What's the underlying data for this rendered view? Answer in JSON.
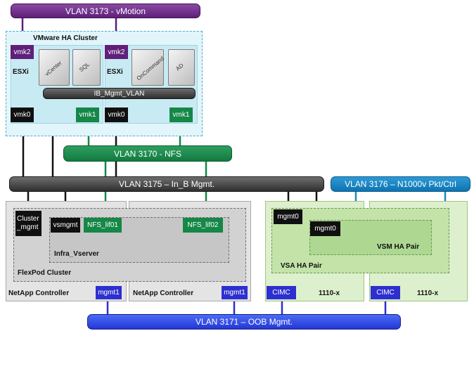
{
  "vlans": {
    "vmotion": "VLAN 3173 - vMotion",
    "nfs": "VLAN 3170 - NFS",
    "inb_mgmt": "VLAN 3175 – In_B Mgmt.",
    "n1000v": "VLAN 3176 – N1000v  Pkt/Ctrl",
    "oob_mgmt": "VLAN 3171 – OOB Mgmt."
  },
  "ha_cluster": {
    "title": "VMware HA Cluster",
    "ib_mgmt_vlan": "IB_Mgmt_VLAN",
    "hosts": [
      {
        "label": "ESXi",
        "vmk_top": "vmk2",
        "vmk0": "vmk0",
        "vmk1": "vmk1",
        "vms": [
          "vCenter",
          "SQL"
        ]
      },
      {
        "label": "ESXi",
        "vmk_top": "vmk2",
        "vmk0": "vmk0",
        "vmk1": "vmk1",
        "vms": [
          "OnCommand",
          "AD"
        ]
      }
    ]
  },
  "flexpod": {
    "cluster_label": "FlexPod Cluster",
    "cluster_mgmt": "Cluster\n_mgmt",
    "vserver_label": "Infra_Vserver",
    "vsmgmt": "vsmgmt",
    "nfs_lif1": "NFS_lif01",
    "nfs_lif2": "NFS_lif02",
    "controllers": [
      {
        "label": "NetApp Controller",
        "mgmt": "mgmt1"
      },
      {
        "label": "NetApp Controller",
        "mgmt": "mgmt1"
      }
    ]
  },
  "nexus1110": {
    "vsa_label": "VSA HA Pair",
    "vsm_label": "VSM HA Pair",
    "mgmt0_a": "mgmt0",
    "mgmt0_b": "mgmt0",
    "units": [
      {
        "label": "1110-x",
        "cimc": "CIMC"
      },
      {
        "label": "1110-x",
        "cimc": "CIMC"
      }
    ]
  },
  "colors": {
    "vmotion": "#5e1f7a",
    "nfs": "#158747",
    "mgmt": "#101010",
    "n1000v": "#1e86c6",
    "oob": "#2d2fcf"
  }
}
